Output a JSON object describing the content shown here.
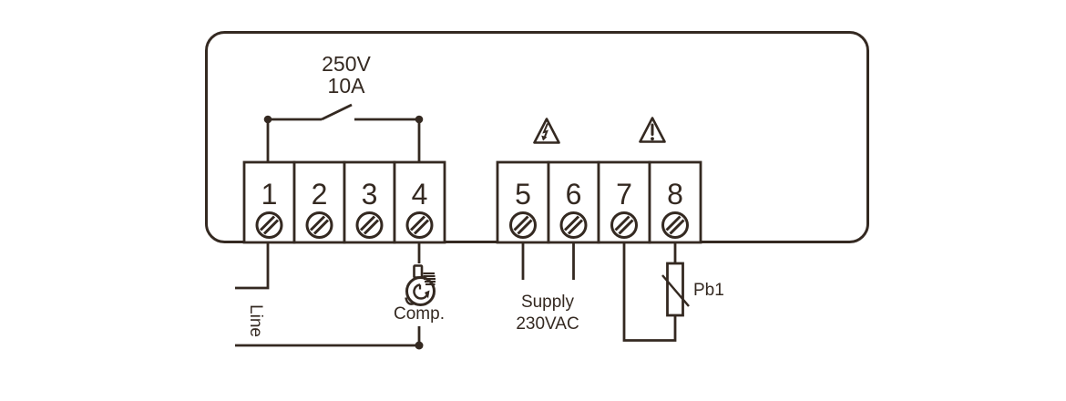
{
  "relay": {
    "voltage": "250V",
    "current": "10A"
  },
  "terminals": {
    "numbers": [
      "1",
      "2",
      "3",
      "4",
      "5",
      "6",
      "7",
      "8"
    ]
  },
  "labels": {
    "line": "Line",
    "compressor": "Comp.",
    "supply_line1": "Supply",
    "supply_line2": "230VAC",
    "probe": "Pb1"
  },
  "icons": {
    "relay_switch": "open-contact-switch",
    "warning_left": "triangle-lightning-bolt",
    "warning_right": "triangle-exclamation",
    "screw_terminal": "circle-with-diagonal-hatch",
    "compressor": "hermetic-compressor-bulb",
    "probe": "resistor-with-diagonal-strike"
  },
  "colors": {
    "stroke": "#342921",
    "background": "#ffffff"
  }
}
